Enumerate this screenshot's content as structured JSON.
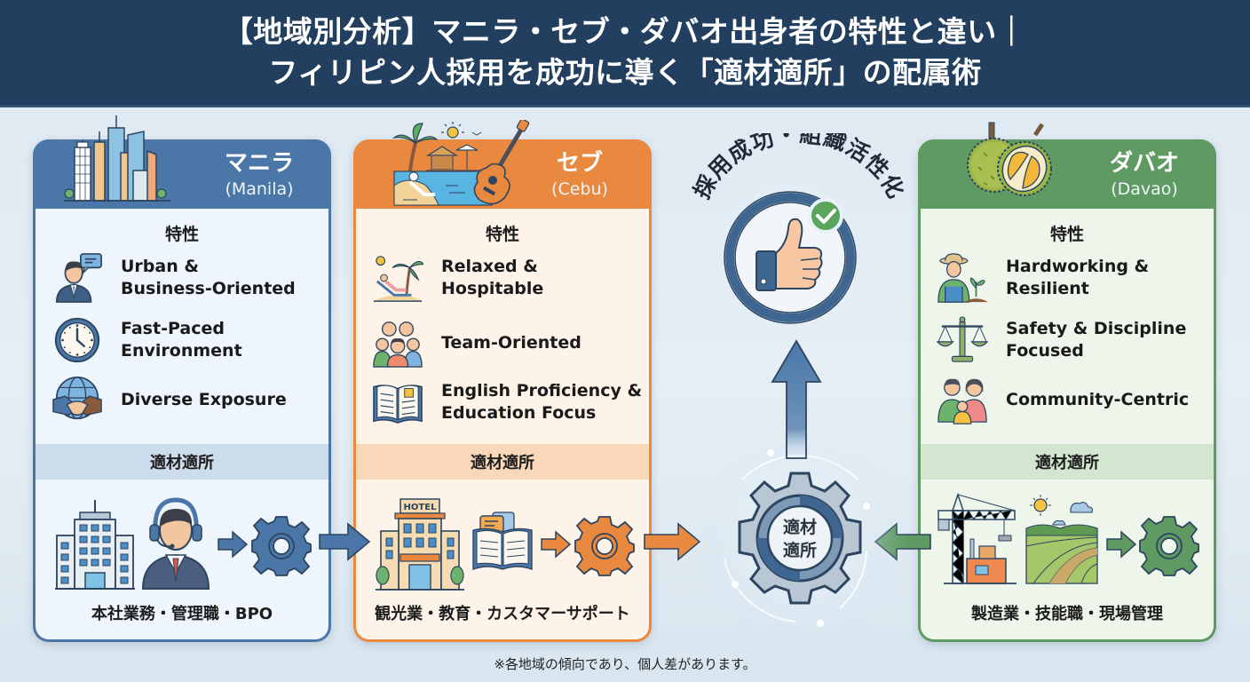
{
  "header": {
    "title_line1": "【地域別分析】マニラ・セブ・ダバオ出身者の特性と違い｜",
    "title_line2": "フィリピン人採用を成功に導く「適材適所」の配属術"
  },
  "colors": {
    "header_bg": "#233f5f",
    "manila": "#4a76a8",
    "cebu": "#e8893f",
    "davao": "#5f9a62",
    "success_check": "#5aa55c"
  },
  "regions": [
    {
      "id": "manila",
      "name": "マニラ",
      "name_en": "(Manila)",
      "traits_heading": "特性",
      "traits": [
        {
          "icon": "businessman-chat-icon",
          "line1": "Urban &",
          "line2": "Business-Oriented"
        },
        {
          "icon": "clock-icon",
          "line1": "Fast-Paced",
          "line2": "Environment"
        },
        {
          "icon": "globe-handshake-icon",
          "line1": "Diverse Exposure",
          "line2": ""
        }
      ],
      "fit_heading": "適材適所",
      "fit_label": "本社業務・管理職・BPO"
    },
    {
      "id": "cebu",
      "name": "セブ",
      "name_en": "(Cebu)",
      "traits_heading": "特性",
      "traits": [
        {
          "icon": "beach-lounger-icon",
          "line1": "Relaxed &",
          "line2": "Hospitable"
        },
        {
          "icon": "team-people-icon",
          "line1": "Team-Oriented",
          "line2": ""
        },
        {
          "icon": "open-book-icon",
          "line1": "English Proficiency &",
          "line2": "Education Focus"
        }
      ],
      "fit_heading": "適材適所",
      "fit_label": "観光業・教育・カスタマーサポート",
      "hotel_sign": "HOTEL"
    },
    {
      "id": "davao",
      "name": "ダバオ",
      "name_en": "(Davao)",
      "traits_heading": "特性",
      "traits": [
        {
          "icon": "farmer-icon",
          "line1": "Hardworking &",
          "line2": "Resilient"
        },
        {
          "icon": "scales-icon",
          "line1": "Safety & Discipline",
          "line2": "Focused"
        },
        {
          "icon": "family-icon",
          "line1": "Community-Centric",
          "line2": ""
        }
      ],
      "fit_heading": "適材適所",
      "fit_label": "製造業・技能職・現場管理"
    }
  ],
  "center": {
    "success_label": "採用成功・組織活性化",
    "gear_line1": "適材",
    "gear_line2": "適所"
  },
  "footnote": "※各地域の傾向であり、個人差があります。"
}
